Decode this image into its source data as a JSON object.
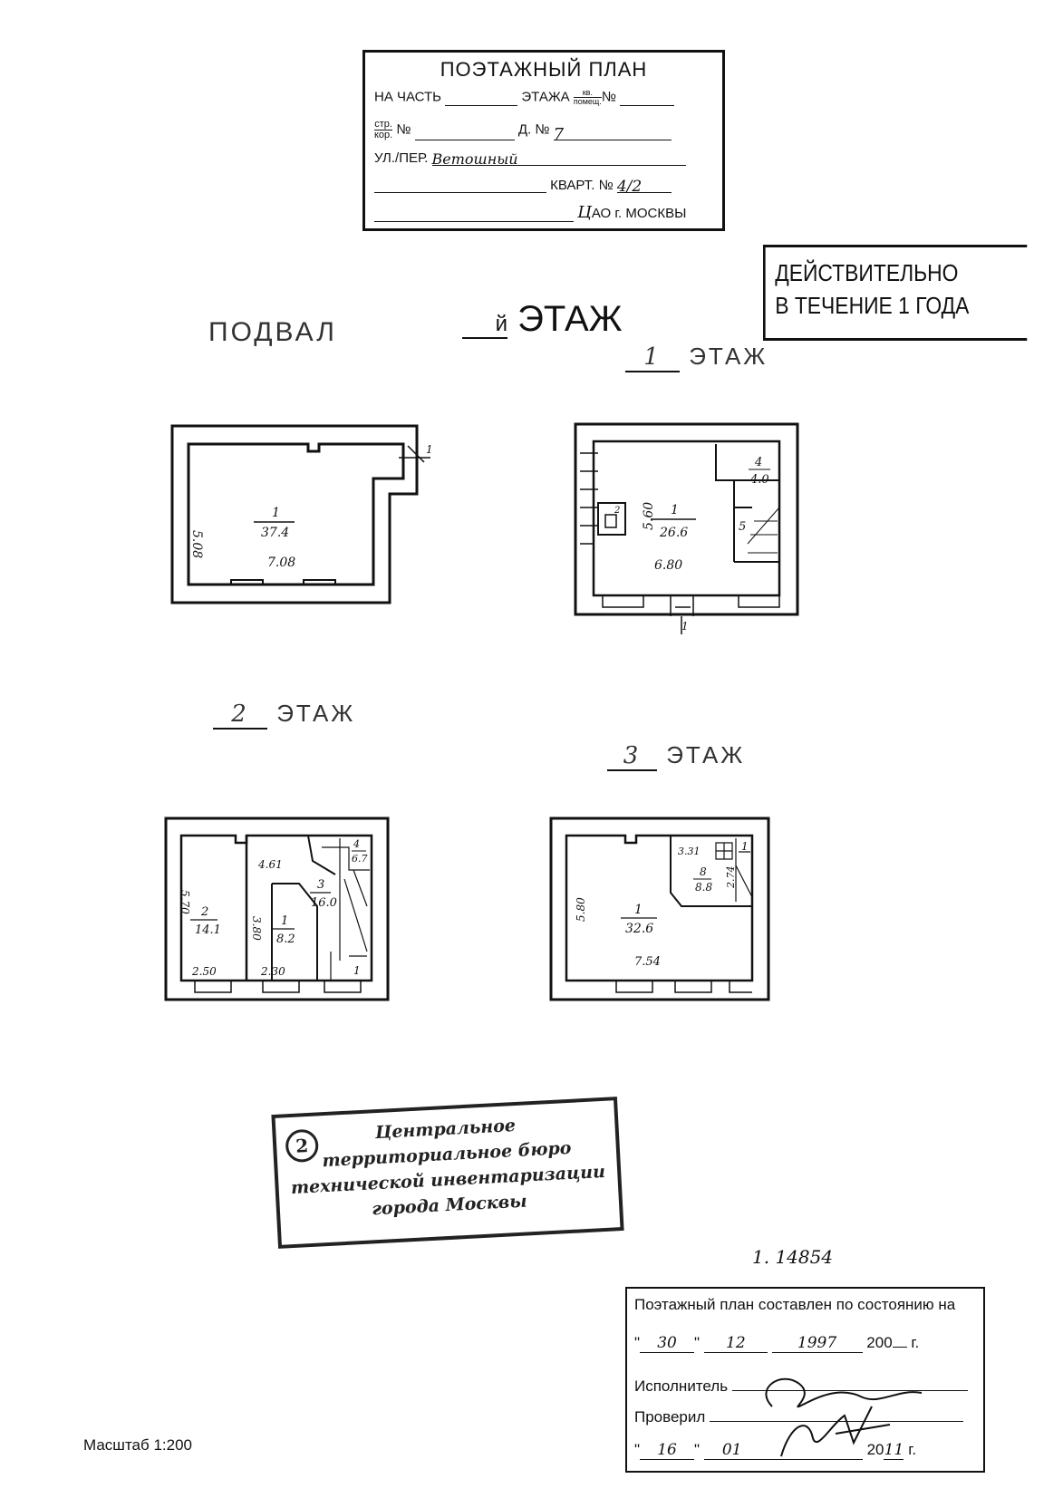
{
  "header": {
    "title": "ПОЭТАЖНЫЙ ПЛАН",
    "row1_a": "НА ЧАСТЬ",
    "row1_b": "ЭТАЖА",
    "row1_frac_num": "кв.",
    "row1_frac_den": "помещ.",
    "row1_c": "№",
    "row2_frac_num": "стр.",
    "row2_frac_den": "кор.",
    "row2_a": "№",
    "row2_b": "Д. №",
    "house_no": "7",
    "row3_a": "УЛ./ПЕР.",
    "street": "Ветошный",
    "row4_a": "КВАРТ. №",
    "block_no": "4/2",
    "district_hw": "Ц",
    "row5_a": "АО г. МОСКВЫ"
  },
  "validity_stamp": {
    "line1": "ДЕЙСТВИТЕЛЬНО",
    "line2": "В ТЕЧЕНИЕ 1 ГОДА"
  },
  "floor_labels": {
    "basement": "ПОДВАЛ",
    "generic_suffix": "й",
    "generic": "ЭТАЖ",
    "first_num": "1",
    "first": "ЭТАЖ",
    "second_num": "2",
    "second": "ЭТАЖ",
    "third_num": "3",
    "third": "ЭТАЖ"
  },
  "plans": {
    "basement": {
      "room": "1",
      "area": "37.4",
      "dim_v": "5.08",
      "dim_h": "7.08",
      "corner": "1"
    },
    "first": {
      "room1": "1",
      "area1": "26.6",
      "dim_v": "5.60",
      "dim_h": "6.80",
      "room4": "4",
      "area4": "4.0",
      "room5": "5",
      "small": "2",
      "bottom_mark": "1"
    },
    "second": {
      "room2": "2",
      "area2": "14.1",
      "room1": "1",
      "area1": "8.2",
      "room3": "3",
      "area3": "16.0",
      "room4": "4",
      "area4": "6.7",
      "dim_v1": "5.70",
      "dim_v2": "3.80",
      "dim_h1": "2.50",
      "dim_h2": "2.30",
      "dim_in": "4.61",
      "stair_mark": "1"
    },
    "third": {
      "room1": "1",
      "area1": "32.6",
      "dim_v": "5.80",
      "dim_h": "7.54",
      "room8": "8",
      "area8": "8.8",
      "dim_small": "3.31",
      "dim_small2": "2.74",
      "stair_mark": "1"
    }
  },
  "bureau_stamp": {
    "number": "2",
    "line1": "Центральное",
    "line2": "территориальное бюро",
    "line3": "технической инвентаризации",
    "line4": "города Москвы"
  },
  "inventory_no": "1. 14854",
  "footer": {
    "line1": "Поэтажный план составлен по состоянию на",
    "day": "30",
    "month": "12",
    "year_hw": "1997",
    "year_prefix": "200",
    "year_suffix": "г.",
    "executor": "Исполнитель",
    "checked": "Проверил",
    "day2": "16",
    "month2": "01",
    "year2_prefix": "20",
    "year2_hw": "11",
    "year2_suffix": "г."
  },
  "scale": "Масштаб 1:200"
}
